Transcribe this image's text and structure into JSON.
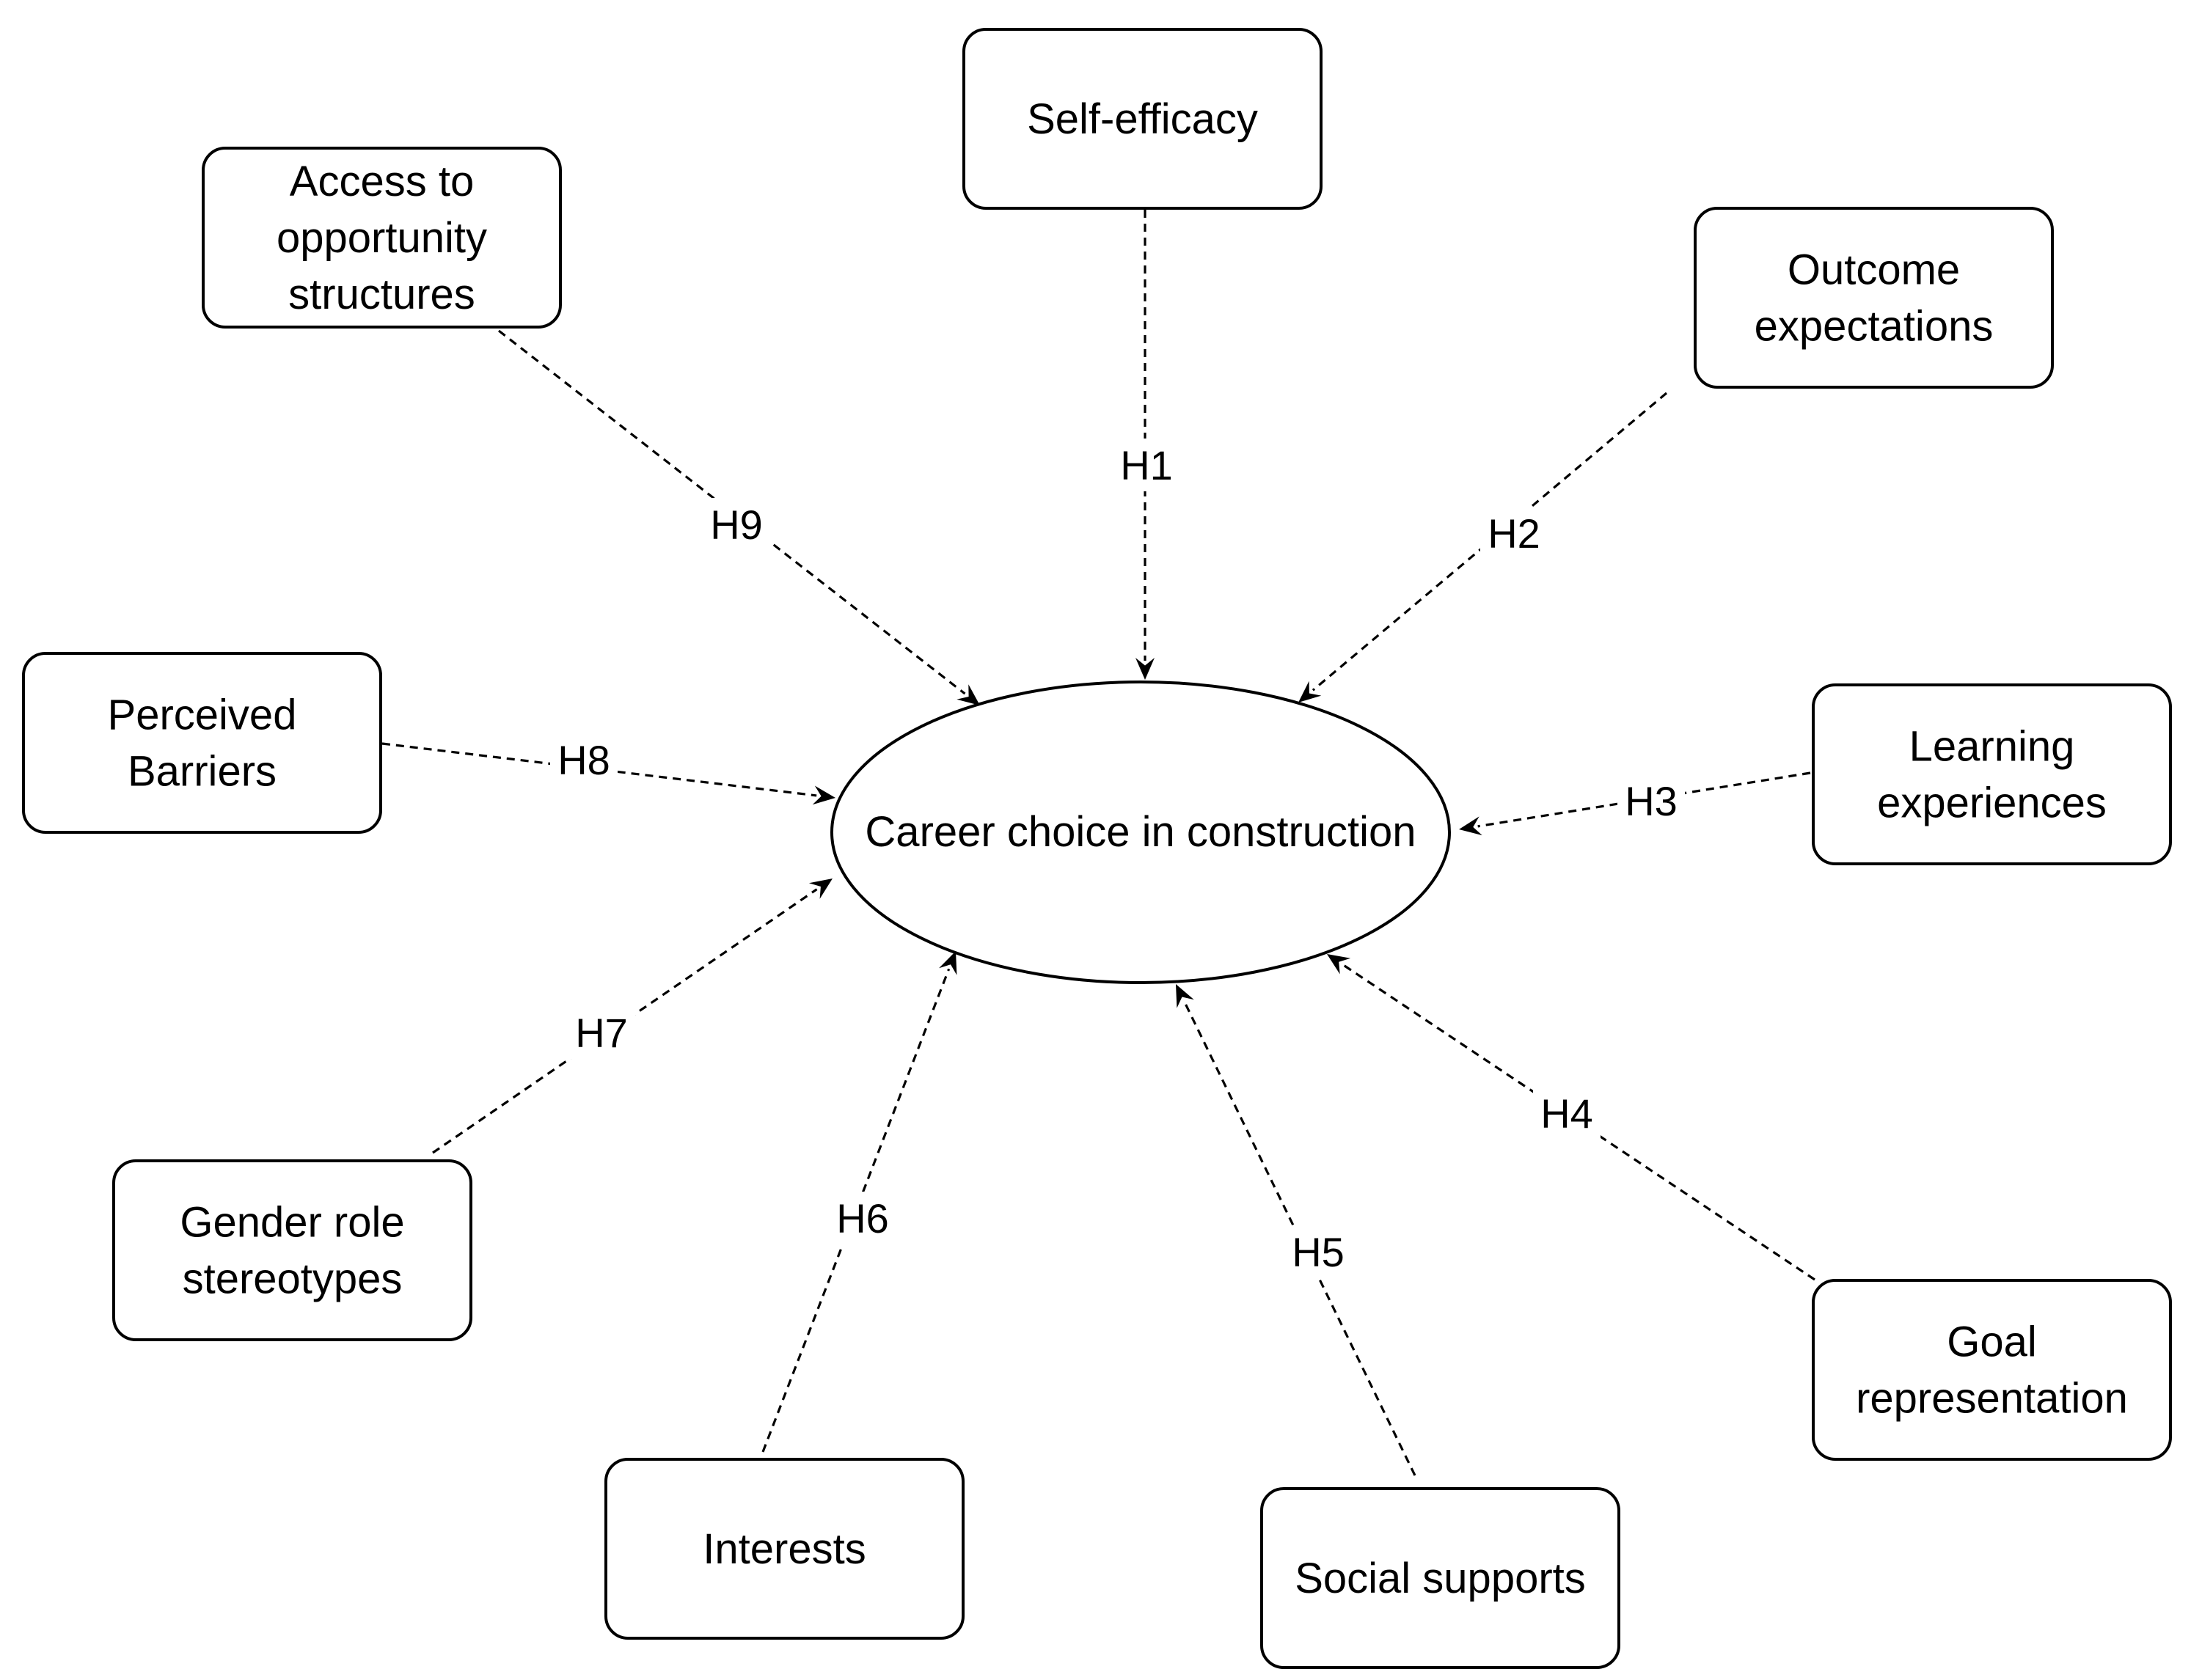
{
  "center": {
    "id": "career",
    "label": "Career choice in construction"
  },
  "nodes": [
    {
      "id": "self_efficacy",
      "lines": [
        "Self-efficacy"
      ]
    },
    {
      "id": "outcome_expectations",
      "lines": [
        "Outcome",
        "expectations"
      ]
    },
    {
      "id": "learning_experiences",
      "lines": [
        "Learning",
        "experiences"
      ]
    },
    {
      "id": "goal_representation",
      "lines": [
        "Goal",
        "representation"
      ]
    },
    {
      "id": "social_supports",
      "lines": [
        "Social supports"
      ]
    },
    {
      "id": "interests",
      "lines": [
        "Interests"
      ]
    },
    {
      "id": "gender_role_stereotypes",
      "lines": [
        "Gender role",
        "stereotypes"
      ]
    },
    {
      "id": "perceived_barriers",
      "lines": [
        "Perceived",
        "Barriers"
      ]
    },
    {
      "id": "access_to_opportunity_structures",
      "lines": [
        "Access to",
        "opportunity",
        "structures"
      ]
    }
  ],
  "edges": [
    {
      "from": "self_efficacy",
      "to": "career",
      "label": "H1"
    },
    {
      "from": "outcome_expectations",
      "to": "career",
      "label": "H2"
    },
    {
      "from": "learning_experiences",
      "to": "career",
      "label": "H3"
    },
    {
      "from": "goal_representation",
      "to": "career",
      "label": "H4"
    },
    {
      "from": "social_supports",
      "to": "career",
      "label": "H5"
    },
    {
      "from": "interests",
      "to": "career",
      "label": "H6"
    },
    {
      "from": "gender_role_stereotypes",
      "to": "career",
      "label": "H7"
    },
    {
      "from": "perceived_barriers",
      "to": "career",
      "label": "H8"
    },
    {
      "from": "access_to_opportunity_structures",
      "to": "career",
      "label": "H9"
    }
  ],
  "colors": {
    "stroke": "#000000",
    "background": "#ffffff"
  }
}
